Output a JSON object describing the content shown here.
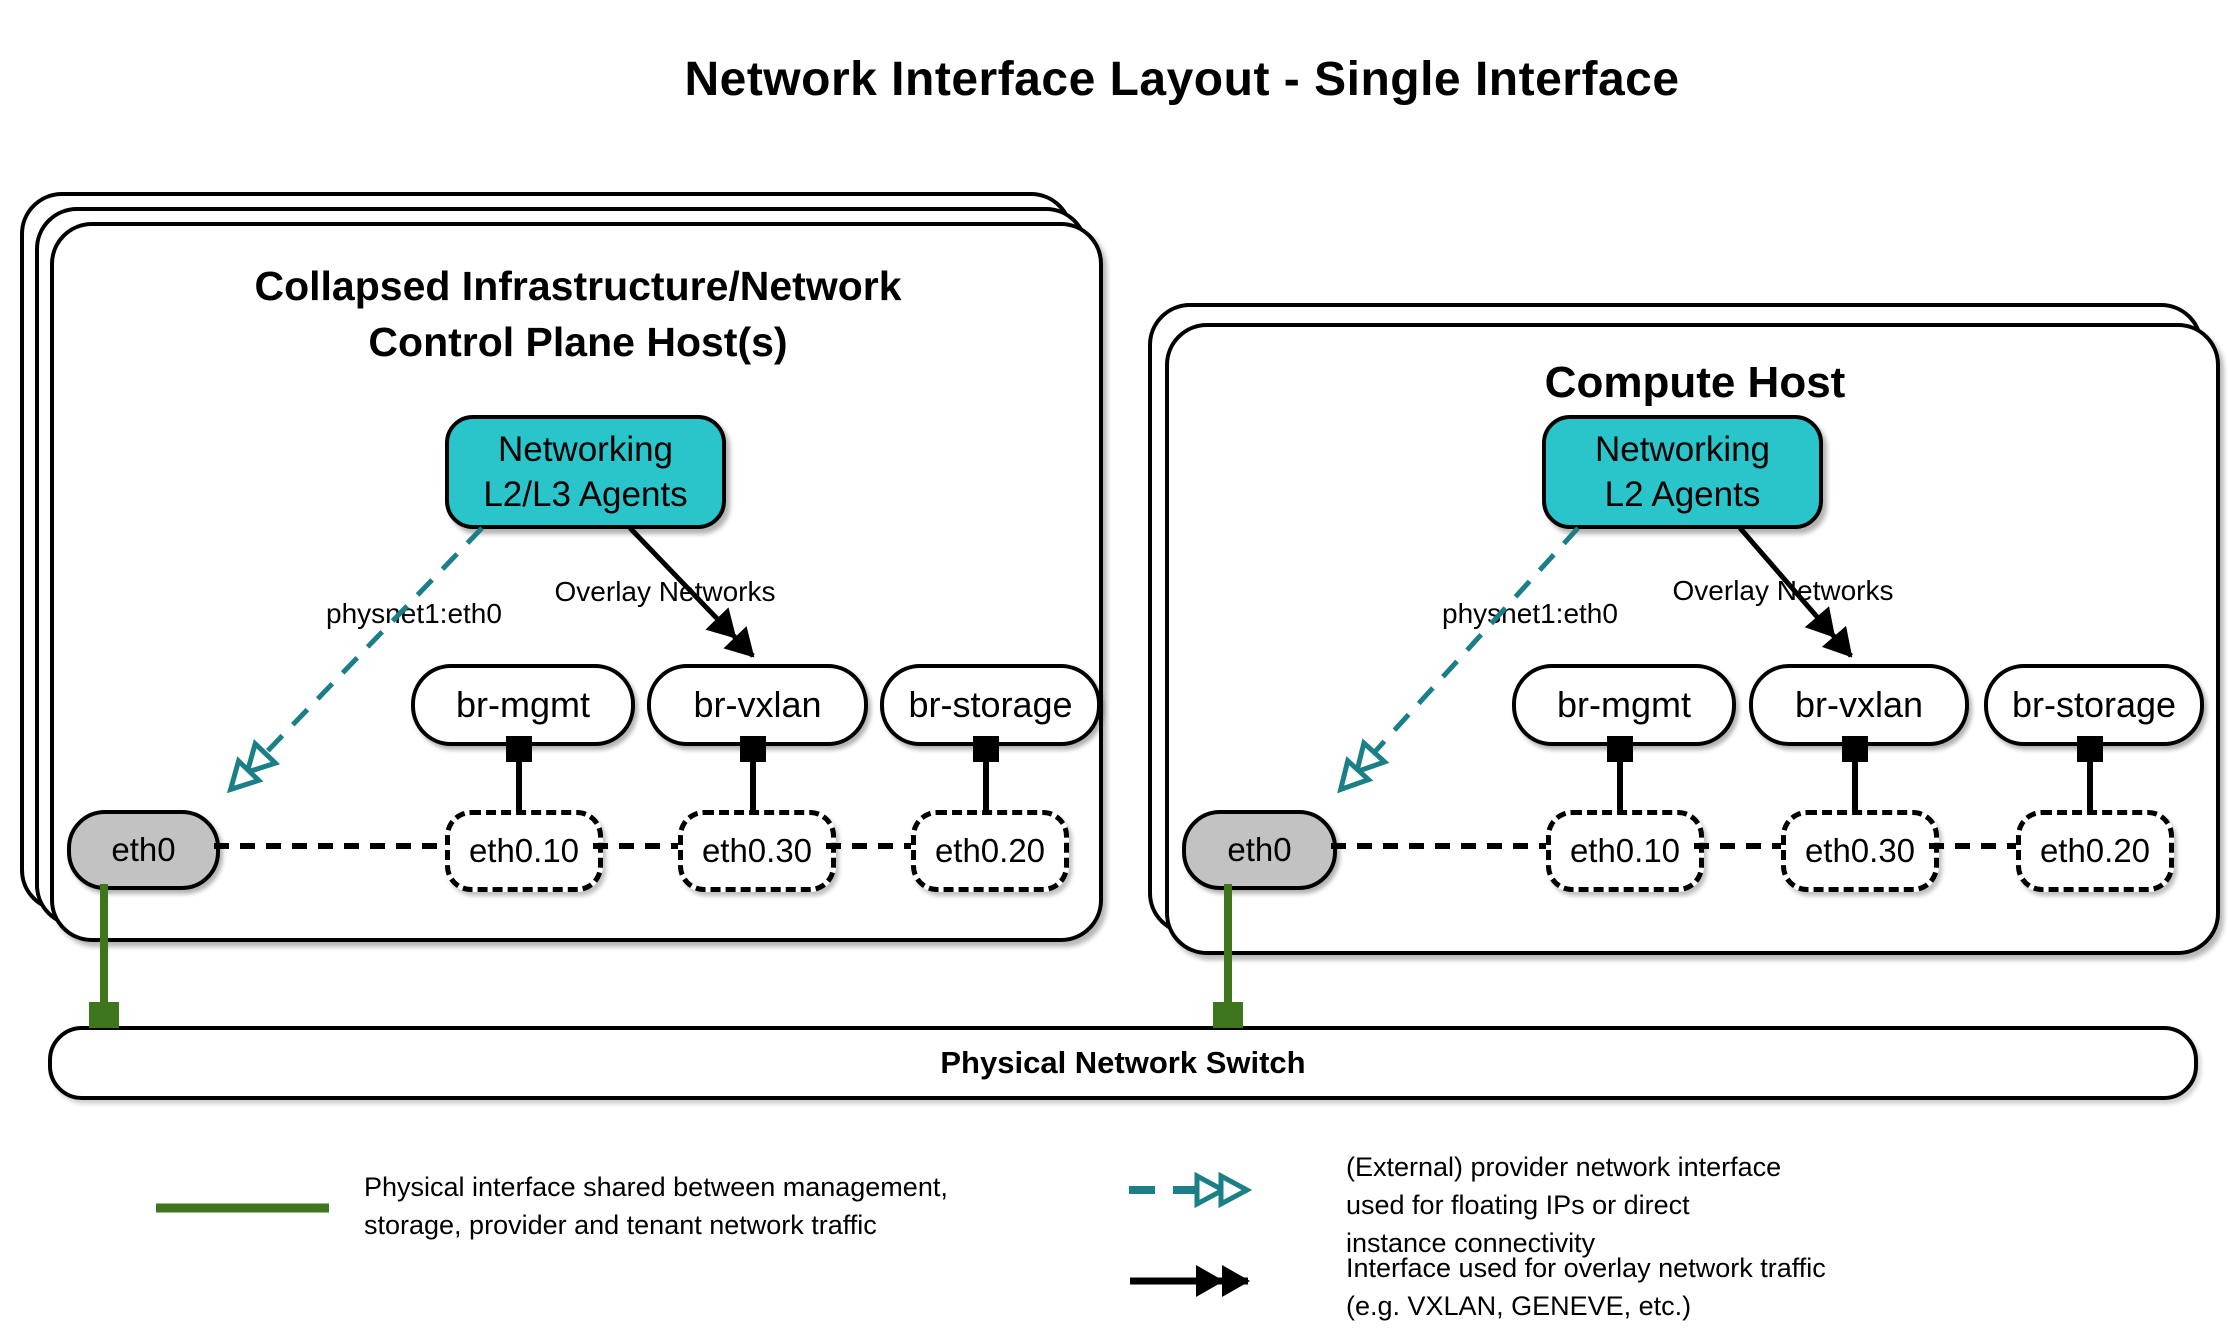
{
  "title": "Network Interface Layout - Single Interface",
  "colors": {
    "teal-fill": "#29C5CB",
    "teal-stroke": "#1B7F87",
    "green": "#3F751C",
    "gray-fill": "#C2C2C2"
  },
  "hosts": {
    "left": {
      "title_line1": "Collapsed Infrastructure/Network",
      "title_line2": "Control Plane Host(s)",
      "agent_line1": "Networking",
      "agent_line2": "L2/L3 Agents",
      "provider_label": "physnet1:eth0",
      "overlay_label": "Overlay Networks",
      "bridges": [
        "br-mgmt",
        "br-vxlan",
        "br-storage"
      ],
      "eth": "eth0",
      "vlans": [
        "eth0.10",
        "eth0.30",
        "eth0.20"
      ]
    },
    "right": {
      "title_line1": "Compute Host",
      "agent_line1": "Networking",
      "agent_line2": "L2 Agents",
      "provider_label": "physnet1:eth0",
      "overlay_label": "Overlay Networks",
      "bridges": [
        "br-mgmt",
        "br-vxlan",
        "br-storage"
      ],
      "eth": "eth0",
      "vlans": [
        "eth0.10",
        "eth0.30",
        "eth0.20"
      ]
    }
  },
  "switch": {
    "label": "Physical Network Switch"
  },
  "legend": [
    {
      "lines": [
        "Physical interface shared between management,",
        "storage, provider and tenant network traffic"
      ]
    },
    {
      "lines": [
        "(External) provider network interface",
        "used for floating IPs or direct",
        "instance connectivity"
      ]
    },
    {
      "lines": [
        "Interface used for overlay network traffic",
        "(e.g. VXLAN, GENEVE, etc.)"
      ]
    }
  ]
}
